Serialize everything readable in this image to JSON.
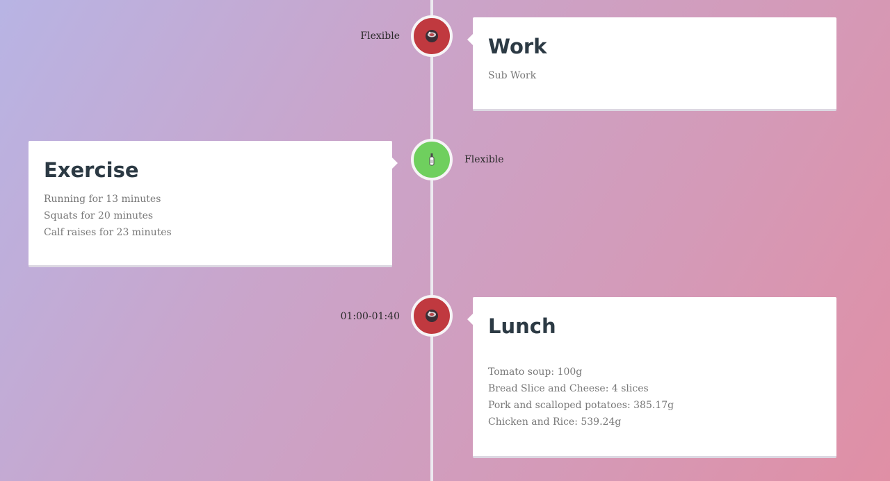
{
  "colors": {
    "line": "#eceaf0",
    "node_red": "#c0393f",
    "node_green": "#6fcf5e",
    "card_bg": "#ffffff",
    "title": "#2c3a44",
    "body_text": "#777777"
  },
  "events": [
    {
      "time": "Flexible",
      "icon": "drink-icon",
      "node_color": "red",
      "title": "Work",
      "lines": [
        "Sub Work"
      ]
    },
    {
      "time": "Flexible",
      "icon": "bottle-icon",
      "node_color": "green",
      "title": "Exercise",
      "lines": [
        "Running for 13 minutes",
        "Squats for 20 minutes",
        "Calf raises for 23 minutes"
      ]
    },
    {
      "time": "01:00-01:40",
      "icon": "drink-icon",
      "node_color": "red",
      "title": "Lunch",
      "lines": [
        "Tomato soup: 100g",
        "Bread Slice and Cheese: 4 slices",
        "Pork and scalloped potatoes: 385.17g",
        "Chicken and Rice: 539.24g"
      ]
    }
  ]
}
